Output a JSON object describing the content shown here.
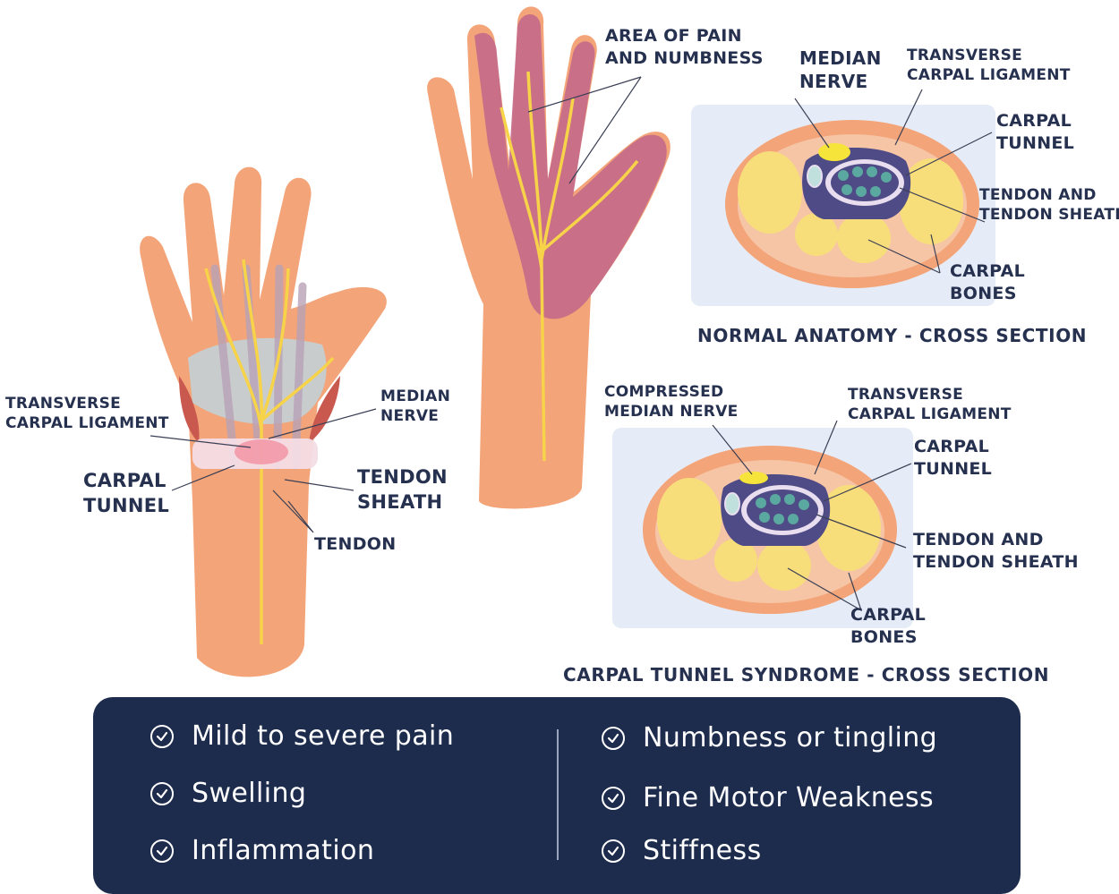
{
  "labels": {
    "hand_left": {
      "transverse_ligament": "TRANSVERSE\nCARPAL LIGAMENT",
      "median_nerve": "MEDIAN\nNERVE",
      "carpal_tunnel": "CARPAL\nTUNNEL",
      "tendon_sheath": "TENDON\nSHEATH",
      "tendon": "TENDON"
    },
    "hand_middle": {
      "area_pain": "AREA OF PAIN\nAND NUMBNESS"
    },
    "normal_section": {
      "median_nerve": "MEDIAN\nNERVE",
      "transverse_ligament": "TRANSVERSE\nCARPAL LIGAMENT",
      "carpal_tunnel": "CARPAL\nTUNNEL",
      "tendon_and_sheath": "TENDON AND\nTENDON SHEATH",
      "carpal_bones": "CARPAL\nBONES",
      "title": "NORMAL ANATOMY - CROSS SECTION"
    },
    "syndrome_section": {
      "compressed_nerve": "COMPRESSED\nMEDIAN NERVE",
      "transverse_ligament": "TRANSVERSE\nCARPAL LIGAMENT",
      "carpal_tunnel": "CARPAL\nTUNNEL",
      "tendon_and_sheath": "TENDON AND\nTENDON SHEATH",
      "carpal_bones": "CARPAL\nBONES",
      "title": "CARPAL TUNNEL SYNDROME - CROSS SECTION"
    }
  },
  "symptoms": {
    "left": [
      "Mild to severe pain",
      "Swelling",
      "Inflammation"
    ],
    "right": [
      "Numbness or tingling",
      "Fine Motor Weakness",
      "Stiffness"
    ]
  },
  "icons": {
    "symptom_marker": "check-circle-icon"
  },
  "colors": {
    "panel_bg": "#1d2c4d",
    "label_text": "#26304f",
    "skin": "#f3a478",
    "skin_affected": "#c46a8a",
    "nerve": "#f7d34a",
    "section_bg": "#e6ecf7",
    "bone": "#f8de7a",
    "tunnel": "#4f4b86"
  }
}
